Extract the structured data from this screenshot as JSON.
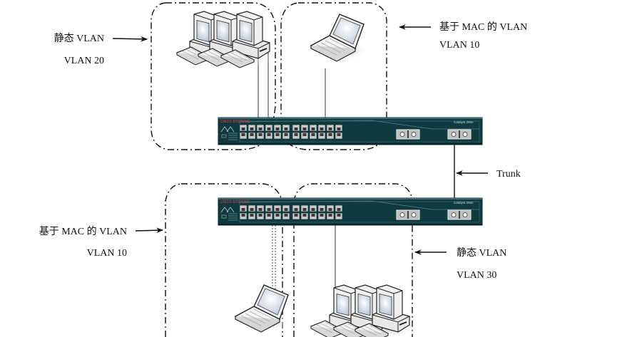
{
  "diagram": {
    "type": "network-topology",
    "colors": {
      "switch_body": "#0f3b40",
      "switch_border": "#2a6a6e",
      "port": "#c9c9c9",
      "line": "#111111"
    },
    "labels": {
      "top_left_title": "静态 VLAN",
      "top_left_id": "VLAN 20",
      "top_right_title": "基于 MAC 的 VLAN",
      "top_right_id": "VLAN 10",
      "trunk": "Trunk",
      "bottom_left_title": "基于 MAC 的 VLAN",
      "bottom_left_id": "VLAN 10",
      "bottom_right_title": "静态 VLAN",
      "bottom_right_id": "VLAN 30"
    },
    "switch_brand": "CISCO SYSTEMS",
    "switch_model": "Catalyst 2950 series XL",
    "nodes": [
      {
        "id": "switch-top",
        "kind": "switch"
      },
      {
        "id": "switch-bottom",
        "kind": "switch"
      },
      {
        "id": "pc-group-top",
        "kind": "workstations",
        "count": 3,
        "vlan": "VLAN 20"
      },
      {
        "id": "laptop-top",
        "kind": "laptop",
        "vlan": "VLAN 10"
      },
      {
        "id": "laptop-bottom",
        "kind": "laptop",
        "vlan": "VLAN 10"
      },
      {
        "id": "pc-group-bottom",
        "kind": "workstations",
        "count": 3,
        "vlan": "VLAN 30"
      }
    ],
    "links": [
      {
        "from": "pc-group-top",
        "to": "switch-top"
      },
      {
        "from": "laptop-top",
        "to": "switch-top"
      },
      {
        "from": "switch-top",
        "to": "switch-bottom",
        "label": "Trunk"
      },
      {
        "from": "laptop-bottom",
        "to": "switch-bottom"
      },
      {
        "from": "pc-group-bottom",
        "to": "switch-bottom"
      }
    ]
  }
}
